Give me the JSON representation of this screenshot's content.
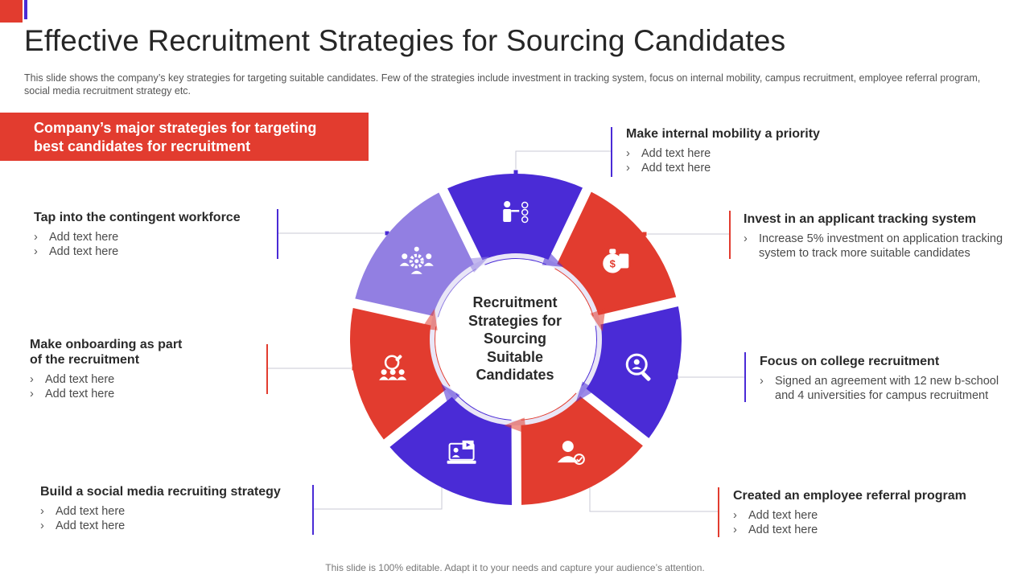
{
  "colors": {
    "red": "#e23c2f",
    "purple": "#4a2bd6",
    "lavender": "#927fe2"
  },
  "title": "Effective Recruitment Strategies for Sourcing Candidates",
  "subtitle": "This slide shows the company’s key strategies for targeting suitable candidates. Few of the strategies include investment in tracking system, focus on internal mobility, campus recruitment, employee referral program, social media recruitment strategy etc.",
  "banner": {
    "line1": "Company’s major strategies for targeting",
    "line2": "best candidates for recruitment"
  },
  "center": {
    "line1": "Recruitment",
    "line2": "Strategies for",
    "line3": "Sourcing",
    "line4": "Suitable",
    "line5": "Candidates"
  },
  "segments": [
    {
      "icon": "presenter-checklist-icon",
      "color": "purple"
    },
    {
      "icon": "money-bag-icon",
      "color": "red"
    },
    {
      "icon": "search-person-icon",
      "color": "purple"
    },
    {
      "icon": "user-approved-icon",
      "color": "red"
    },
    {
      "icon": "laptop-video-icon",
      "color": "purple"
    },
    {
      "icon": "team-search-icon",
      "color": "red"
    },
    {
      "icon": "team-gear-icon",
      "color": "lavender"
    }
  ],
  "strategies": {
    "internal_mobility": {
      "heading": "Make internal mobility a priority",
      "bullets": [
        "Add text here",
        "Add text here"
      ]
    },
    "tracking_system": {
      "heading": "Invest in an applicant tracking system",
      "bullets": [
        "Increase 5% investment on application tracking system to track more suitable candidates"
      ]
    },
    "college": {
      "heading": "Focus on college recruitment",
      "bullets": [
        "Signed an agreement with 12 new b-school and 4 universities for campus recruitment"
      ]
    },
    "referral": {
      "heading": "Created an employee referral program",
      "bullets": [
        "Add text here",
        "Add text here"
      ]
    },
    "social_media": {
      "heading": "Build a social media recruiting strategy",
      "bullets": [
        "Add text here",
        "Add text here"
      ]
    },
    "onboarding": {
      "heading1": "Make onboarding as part",
      "heading2": "of the recruitment",
      "bullets": [
        "Add text here",
        "Add text here"
      ]
    },
    "contingent": {
      "heading": "Tap into the contingent workforce",
      "bullets": [
        "Add text here",
        "Add text here"
      ]
    }
  },
  "footer": "This slide is 100% editable. Adapt it to your needs and capture your audience’s attention."
}
